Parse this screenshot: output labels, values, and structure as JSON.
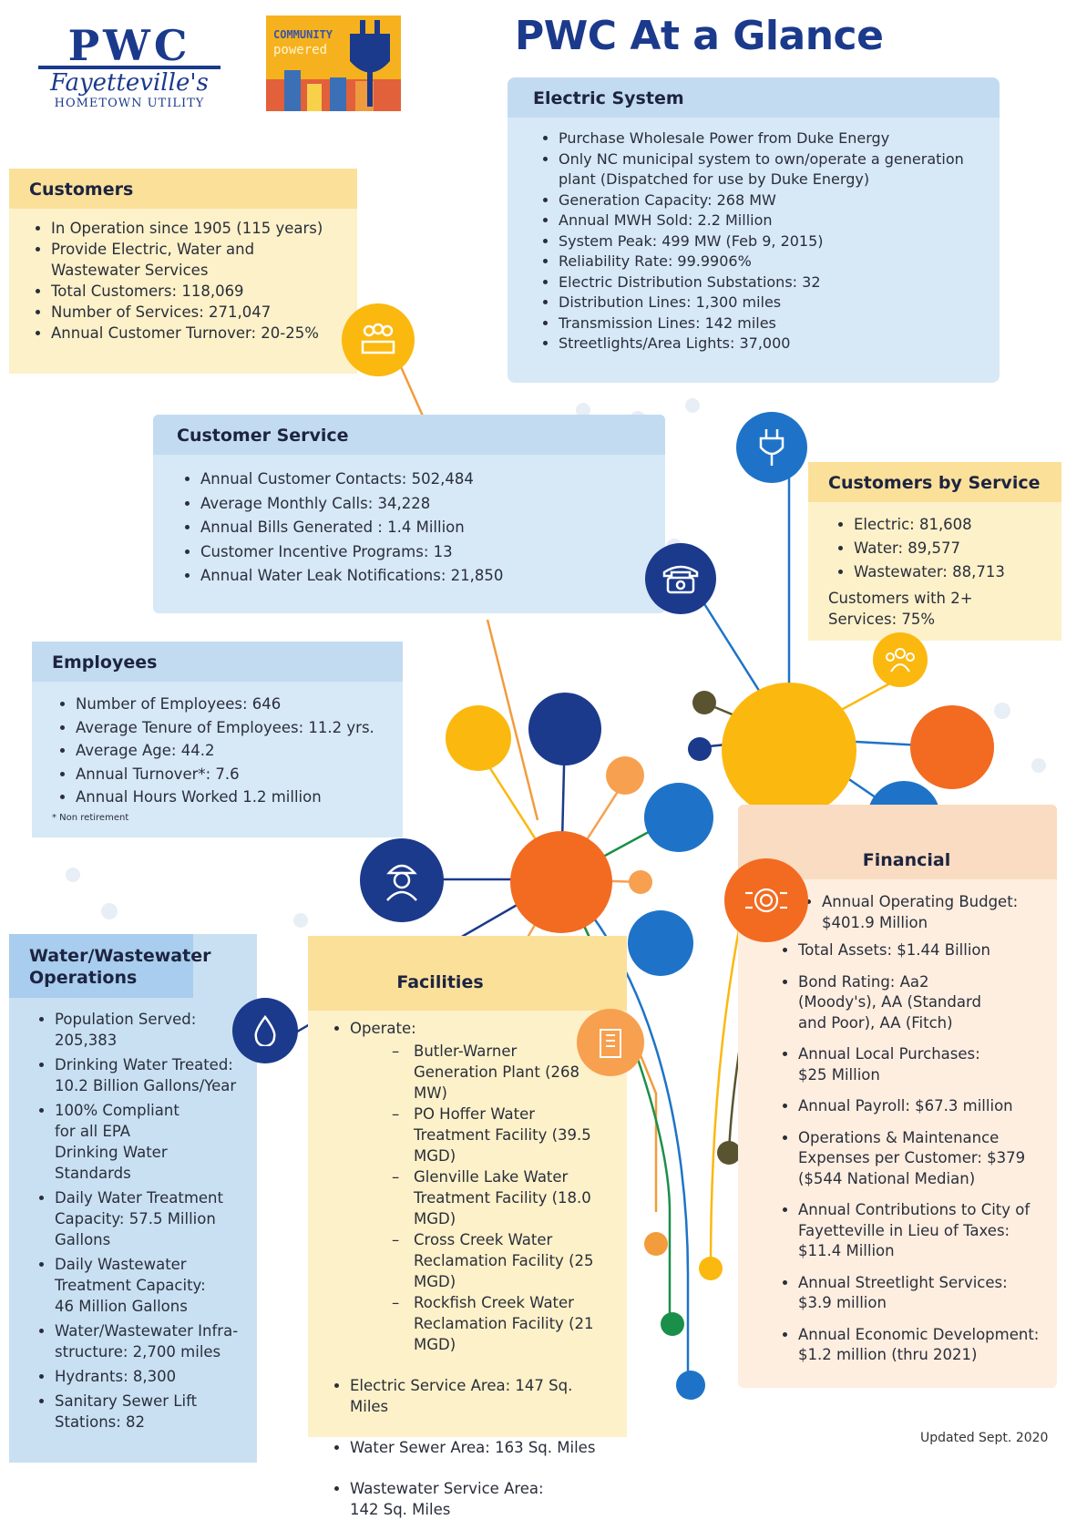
{
  "logo": {
    "brand": "PWC",
    "tagline_script": "Fayetteville's",
    "tagline": "HOMETOWN UTILITY"
  },
  "community_logo": {
    "line1": "COMMUNITY",
    "line2": "powered"
  },
  "title": "PWC At a Glance",
  "electric": {
    "heading": "Electric System",
    "items": [
      "Purchase Wholesale Power from Duke Energy",
      "Only NC municipal system to own/operate a generation plant (Dispatched for use by Duke Energy)",
      "Generation Capacity: 268 MW",
      "Annual MWH Sold:  2.2 Million",
      "System Peak:  499 MW (Feb 9, 2015)",
      "Reliability Rate: 99.9906%",
      "Electric Distribution Substations: 32",
      "Distribution Lines:  1,300 miles",
      "Transmission Lines:  142 miles",
      "Streetlights/Area Lights: 37,000"
    ]
  },
  "customers": {
    "heading": "Customers",
    "items": [
      "In Operation since 1905 (115 years)",
      "Provide Electric, Water and Wastewater Services",
      "Total Customers:  118,069",
      "Number of Services:  271,047",
      "Annual Customer Turnover:  20-25%"
    ]
  },
  "customer_service": {
    "heading": "Customer Service",
    "items": [
      "Annual Customer Contacts:  502,484",
      "Average Monthly Calls:  34,228",
      "Annual Bills Generated : 1.4 Million",
      "Customer Incentive Programs: 13",
      "Annual Water Leak Notifications:  21,850"
    ]
  },
  "by_service": {
    "heading": "Customers by Service",
    "items": [
      "Electric:  81,608",
      "Water:  89,577",
      "Wastewater:  88,713"
    ],
    "note": "Customers with 2+ Services: 75%"
  },
  "employees": {
    "heading": "Employees",
    "items": [
      "Number of Employees: 646",
      "Average Tenure of Employees: 11.2 yrs.",
      "Average Age: 44.2",
      "Annual Turnover*: 7.6",
      "Annual Hours Worked 1.2 million"
    ],
    "footnote": "* Non retirement"
  },
  "water": {
    "heading": "Water/Wastewater Operations",
    "items": [
      "Population Served: 205,383",
      "Drinking Water Treated: 10.2 Billion Gallons/Year",
      "100% Compliant for all EPA Drinking Water Standards",
      "Daily Water Treatment Capacity:  57.5 Million Gallons",
      "Daily Wastewater Treatment Capacity: 46 Million Gallons",
      "Water/Wastewater Infra-structure:  2,700 miles",
      "Hydrants:  8,300",
      "Sanitary Sewer Lift Stations:  82"
    ]
  },
  "facilities": {
    "heading": "Facilities",
    "operate": "Operate:",
    "plants": [
      "Butler-Warner Generation Plant (268 MW)",
      "PO Hoffer Water Treatment Facility (39.5 MGD)",
      "Glenville Lake Water Treatment Facility (18.0 MGD)",
      "Cross Creek Water Reclamation Facility (25 MGD)",
      "Rockfish Creek Water Reclamation Facility (21 MGD)"
    ],
    "dash": "–",
    "items": [
      "Electric Service Area:  147 Sq. Miles",
      "Water Sewer Area:  163 Sq. Miles",
      "Wastewater Service Area: 142 Sq. Miles"
    ]
  },
  "financial": {
    "heading": "Financial",
    "items": [
      "Annual Operating Budget: $401.9 Million",
      "Total Assets: $1.44 Billion",
      "Bond Rating:  Aa2 (Moody's), AA (Standard and Poor), AA (Fitch)",
      "Annual Local Purchases: $25 Million",
      "Annual Payroll: $67.3 million",
      "Operations & Maintenance Expenses per Customer: $379 ($544 National Median)",
      "Annual Contributions to City of Fayetteville in Lieu of Taxes:  $11.4 Million",
      "Annual Streetlight Services: $3.9 million",
      "Annual Economic Development: $1.2 million (thru 2021)"
    ]
  },
  "updated": "Updated Sept. 2020",
  "colors": {
    "navy": "#1b3a8c",
    "orange": "#f26b21",
    "yellow": "#fbb80f",
    "blue": "#1e73c8",
    "light_orange": "#f7a04f",
    "green": "#1a8f4a",
    "olive": "#5a5330"
  }
}
